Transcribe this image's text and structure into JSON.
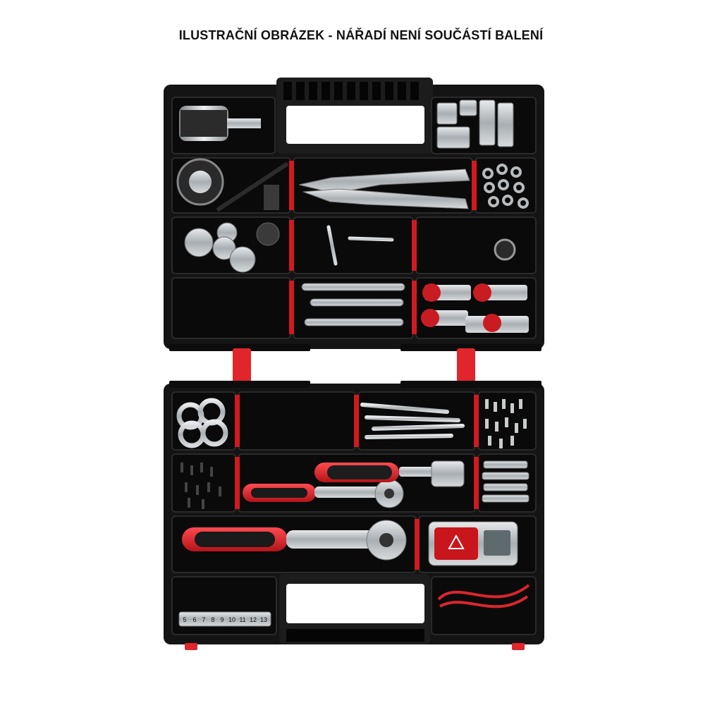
{
  "caption": "ILUSTRAČNÍ OBRÁZEK - NÁŘADÍ NENÍ SOUČÁSTÍ BALENÍ",
  "colors": {
    "case_body": "#121212",
    "compartment": "#0a0a0a",
    "divider_accent": "#d01a1f",
    "latch": "#e0262b",
    "metal": "#bfc3c6",
    "handle_red": "#d9262d"
  },
  "bit_numbers": [
    "5",
    "6",
    "7",
    "8",
    "9",
    "10",
    "11",
    "12",
    "13"
  ],
  "tester_screen": "",
  "icons": {
    "tester_warning": "warning-triangle-icon"
  }
}
